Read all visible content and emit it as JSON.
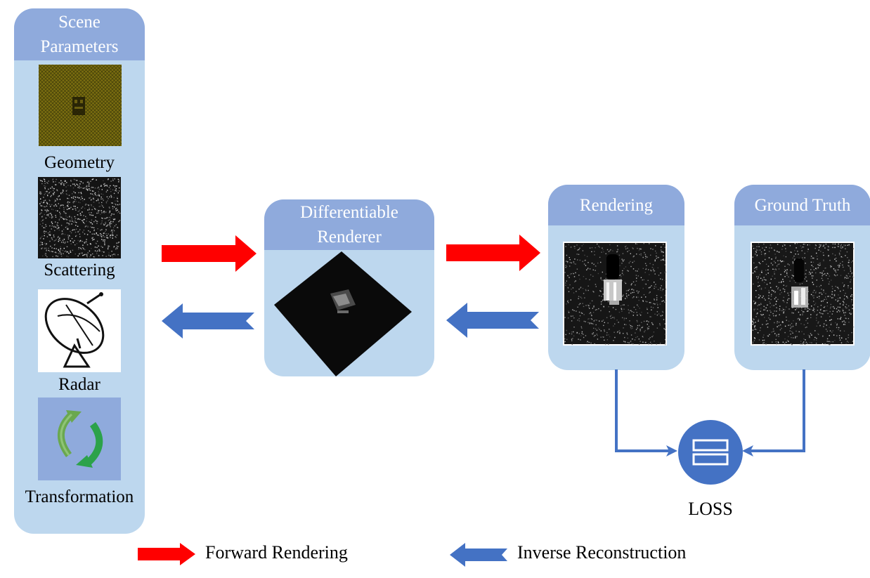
{
  "scene_panel": {
    "title": "Scene Parameters",
    "items": [
      {
        "label": "Geometry",
        "icon": "geometry-mesh-icon"
      },
      {
        "label": "Scattering",
        "icon": "scattering-noise-icon"
      },
      {
        "label": "Radar",
        "icon": "radar-dish-icon"
      },
      {
        "label": "Transformation",
        "icon": "transformation-cycle-icon"
      }
    ]
  },
  "renderer_panel": {
    "title": "Differentiable Renderer"
  },
  "rendering_panel": {
    "title": "Rendering"
  },
  "ground_truth_panel": {
    "title": "Ground Truth"
  },
  "loss": {
    "label": "LOSS"
  },
  "legend": {
    "forward": "Forward Rendering",
    "inverse": "Inverse Reconstruction"
  },
  "colors": {
    "panel_bg": "#bdd7ee",
    "panel_header": "#8faadc",
    "forward_arrow": "#ff0000",
    "inverse_arrow": "#4472c4",
    "loss_circle": "#4472c4"
  }
}
